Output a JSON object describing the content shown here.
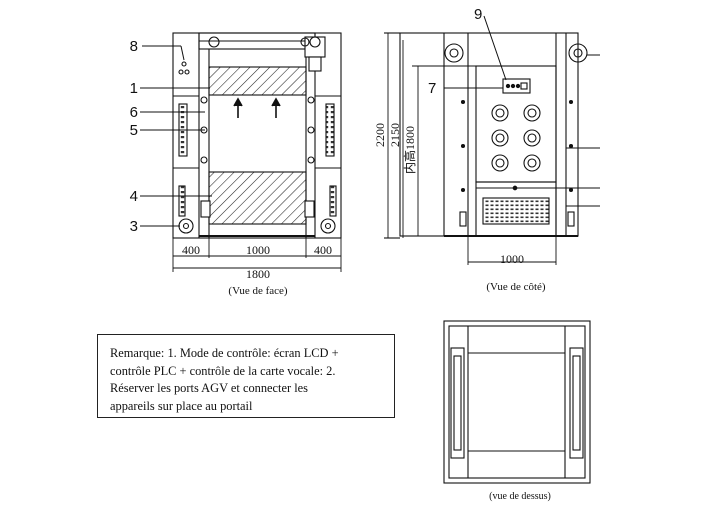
{
  "callouts": {
    "c1": "1",
    "c3": "3",
    "c4": "4",
    "c5": "5",
    "c6": "6",
    "c7": "7",
    "c8": "8",
    "c9": "9"
  },
  "front_view": {
    "caption": "(Vue de face)",
    "dim_left": "400",
    "dim_center": "1000",
    "dim_right": "400",
    "dim_total": "1800"
  },
  "side_view": {
    "caption": "(Vue de côté)",
    "dim_height_outer": "2200",
    "dim_height_mid": "2150",
    "dim_height_inner": "内高1800",
    "dim_width": "1000"
  },
  "top_view": {
    "caption": "(vue de dessus)"
  },
  "note": {
    "lines": [
      "Remarque: 1. Mode de contrôle: écran LCD +",
      "contrôle PLC + contrôle de la carte vocale: 2.",
      "Réserver les ports AGV et connecter les",
      "appareils sur place au portail"
    ]
  }
}
